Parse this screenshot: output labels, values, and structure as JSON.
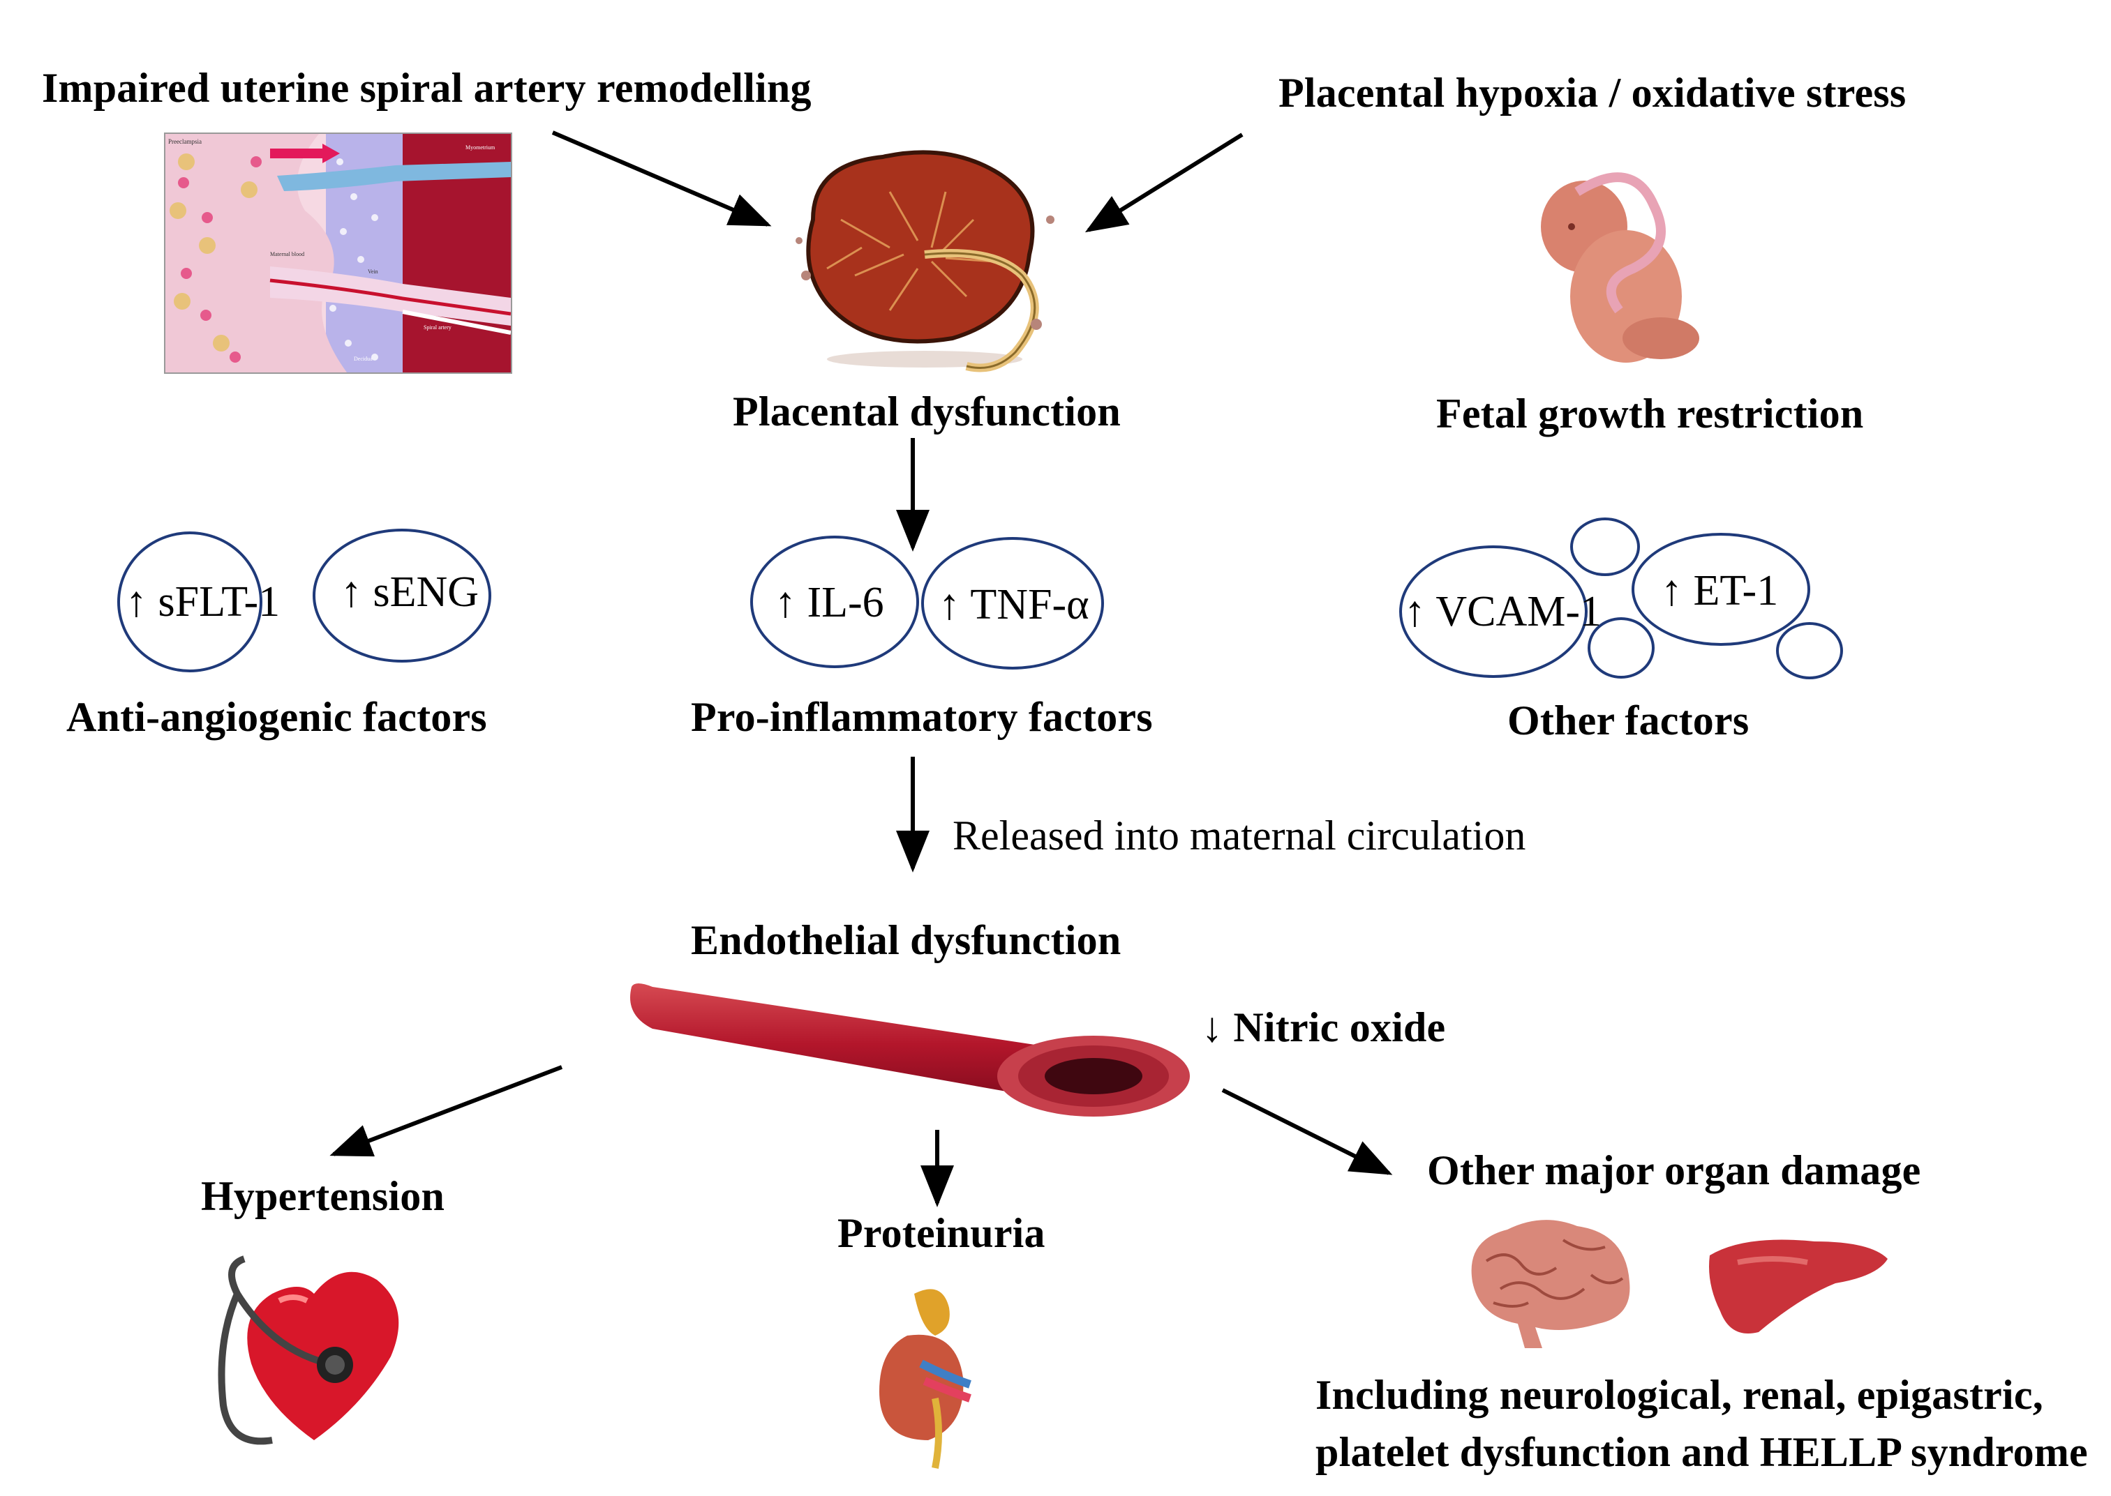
{
  "colors": {
    "arrow": "#000000",
    "oval_border": "#1f3a7a",
    "tissue_red": "#b3162b",
    "vessel_dark": "#7e0a1c"
  },
  "causes": {
    "spiral_artery": "Impaired uterine spiral artery remodelling",
    "hypoxia": "Placental hypoxia / oxidative stress"
  },
  "spiral_illustration": {
    "title": "Preeclampsia",
    "myometrium": "Myometrium",
    "maternal_blood": "Maternal blood",
    "decidua": "Decidua",
    "spiral_artery": "Spiral artery",
    "vein": "Vein"
  },
  "placenta": {
    "label": "Placental dysfunction",
    "icon": "placenta-icon"
  },
  "fetal": {
    "label": "Fetal growth restriction",
    "icon": "fetus-icon"
  },
  "anti_angiogenic": {
    "label": "Anti-angiogenic factors",
    "items": [
      "↑ sFLT-1",
      "↑ sENG"
    ]
  },
  "pro_inflammatory": {
    "label": "Pro-inflammatory factors",
    "items": [
      "↑ IL-6",
      "↑ TNF-α"
    ]
  },
  "other_factors": {
    "label": "Other factors",
    "items": [
      "↑ VCAM-1",
      "↑ ET-1"
    ]
  },
  "released_label": "Released into maternal circulation",
  "endothelial": {
    "label": "Endothelial dysfunction",
    "icon": "blood-vessel-icon"
  },
  "nitric_oxide": "↓ Nitric oxide",
  "outcomes": {
    "hypertension": {
      "label": "Hypertension",
      "icon": "heart-stethoscope-icon"
    },
    "proteinuria": {
      "label": "Proteinuria",
      "icon": "kidney-icon"
    },
    "organ_damage": {
      "label": "Other major organ damage",
      "icons": [
        "brain-icon",
        "liver-icon"
      ],
      "detail_line1": "Including neurological, renal, epigastric,",
      "detail_line2": "platelet dysfunction and HELLP syndrome"
    }
  }
}
